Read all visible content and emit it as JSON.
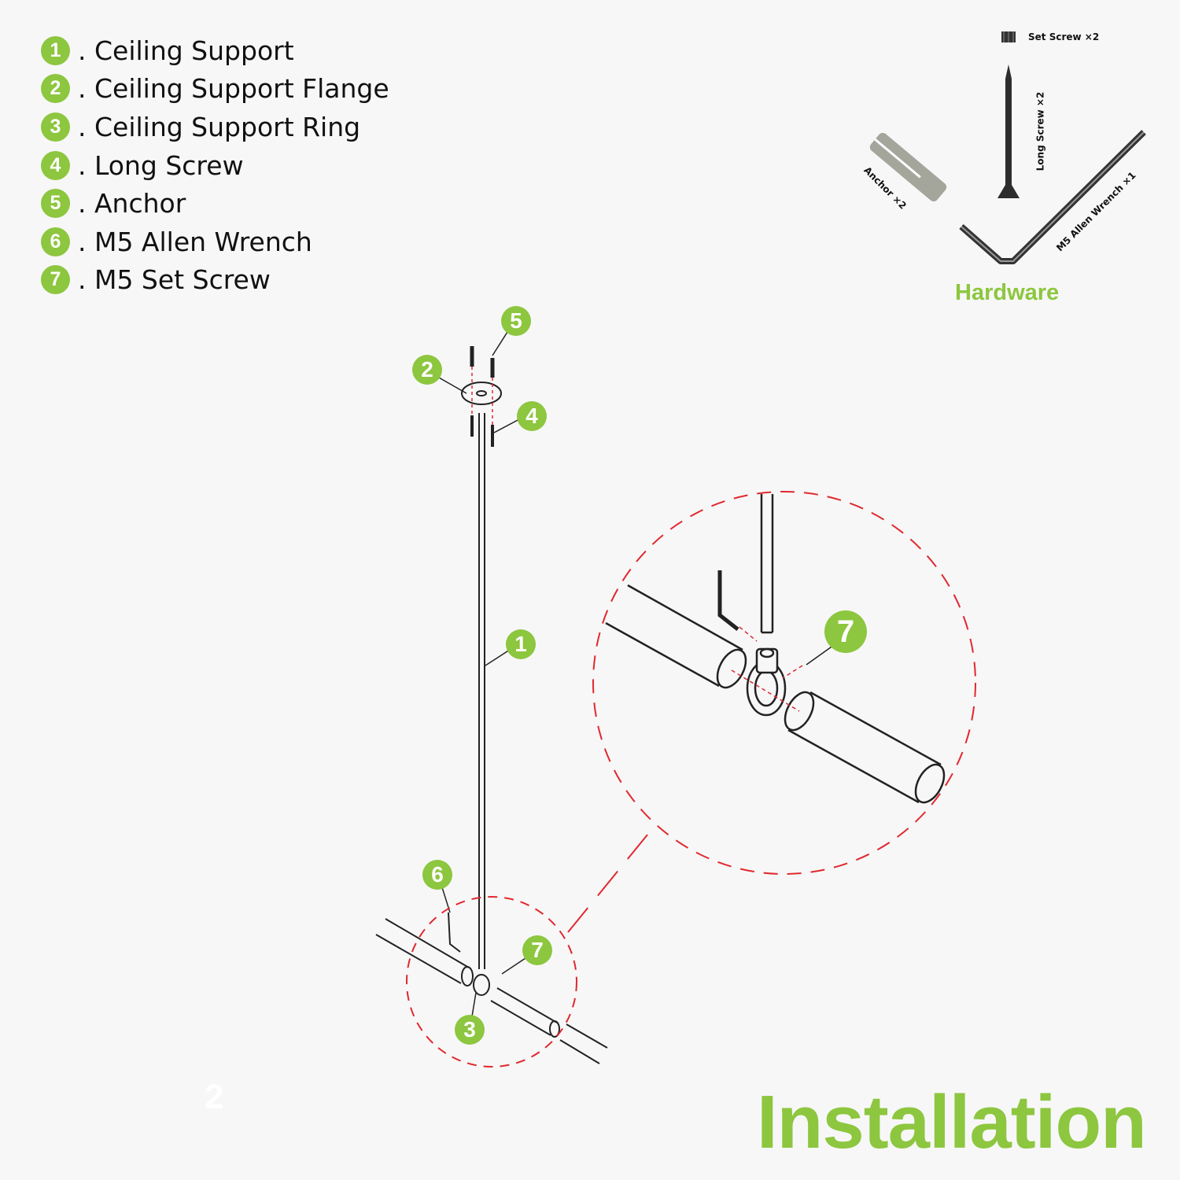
{
  "legend": [
    {
      "num": "1",
      "label": ". Ceiling Support"
    },
    {
      "num": "2",
      "label": ". Ceiling Support Flange"
    },
    {
      "num": "3",
      "label": ". Ceiling Support Ring"
    },
    {
      "num": "4",
      "label": ". Long Screw"
    },
    {
      "num": "5",
      "label": ". Anchor"
    },
    {
      "num": "6",
      "label": ". M5 Allen Wrench"
    },
    {
      "num": "7",
      "label": ". M5 Set Screw"
    }
  ],
  "hardware": {
    "title": "Hardware",
    "set_screw": "Set Screw ×2",
    "long_screw": "Long Screw ×2",
    "anchor": "Anchor ×2",
    "allen_wrench": "M5 Allen Wrench ×1"
  },
  "callouts": {
    "c5": "5",
    "c2": "2",
    "c4": "4",
    "c1": "1",
    "c6": "6",
    "c7": "7",
    "c3": "3",
    "c7big": "7"
  },
  "page_number": "2",
  "title": "Installation",
  "colors": {
    "accent": "#8dc63f",
    "dash": "#e0282e"
  }
}
